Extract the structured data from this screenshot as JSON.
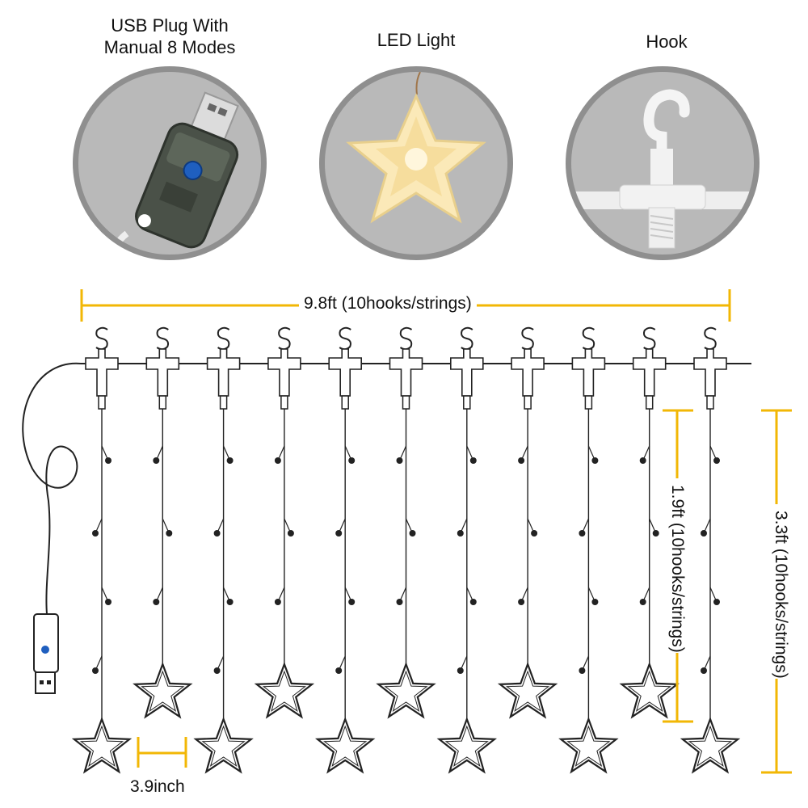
{
  "panels": {
    "usb": {
      "title_line1": "USB Plug With",
      "title_line2": "Manual 8 Modes"
    },
    "led": {
      "title": "LED Light"
    },
    "hook": {
      "title": "Hook"
    }
  },
  "dimensions": {
    "width": "9.8ft (10hooks/strings)",
    "short_drop": "1.9ft (10hooks/strings)",
    "long_drop": "3.3ft (10hooks/strings)",
    "star_spacing": "3.9inch"
  },
  "colors": {
    "dimension_line": "#f2b705",
    "wire": "#222222",
    "circle_bg": "#b9b9b9",
    "star_glow": "#fbe9b8",
    "usb_button": "#1f5fbf"
  },
  "icons": [
    "usb-plug-icon",
    "star-light-icon",
    "s-hook-icon",
    "star-icon",
    "usb-connector-icon"
  ],
  "string_count": 11
}
